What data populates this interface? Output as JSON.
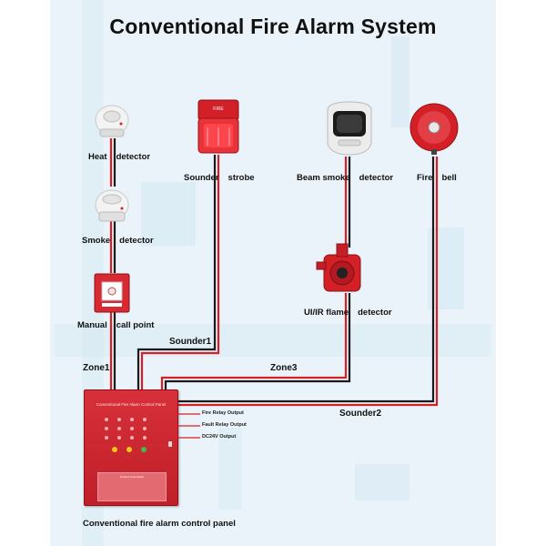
{
  "title": "Conventional Fire Alarm System",
  "devices": {
    "heat": {
      "word1": "Heat",
      "word2": "detector",
      "icon": "heat-detector-icon"
    },
    "smoke": {
      "word1": "Smoke",
      "word2": "detector",
      "icon": "smoke-detector-icon"
    },
    "call_point": {
      "word1": "Manual",
      "word2": "call point",
      "icon": "manual-call-point-icon"
    },
    "strobe": {
      "word1": "Sounder",
      "word2": "strobe",
      "icon": "sounder-strobe-icon",
      "badge": "FIRE"
    },
    "beam": {
      "word1": "Beam smoke",
      "word2": "detector",
      "icon": "beam-smoke-detector-icon"
    },
    "bell": {
      "word1": "Fire",
      "word2": "bell",
      "icon": "fire-bell-icon"
    },
    "flame": {
      "word1": "UI/IR flame",
      "word2": "detector",
      "icon": "flame-detector-icon"
    }
  },
  "circuits": {
    "zone1": "Zone1",
    "sounder1": "Sounder1",
    "zone3": "Zone3",
    "sounder2": "Sounder2"
  },
  "panel": {
    "name": "Conventional Fire Alarm Control Panel",
    "caption": "Conventional fire alarm control panel",
    "outputs": [
      "Fire Relay Output",
      "Fault Relay Output",
      "DC24V Output"
    ],
    "info_title": "Product Description"
  },
  "colors": {
    "wire_red": "#d32027",
    "wire_black": "#1a1a1a",
    "panel_red": "#cc2630",
    "background": "#eaf3f9"
  }
}
